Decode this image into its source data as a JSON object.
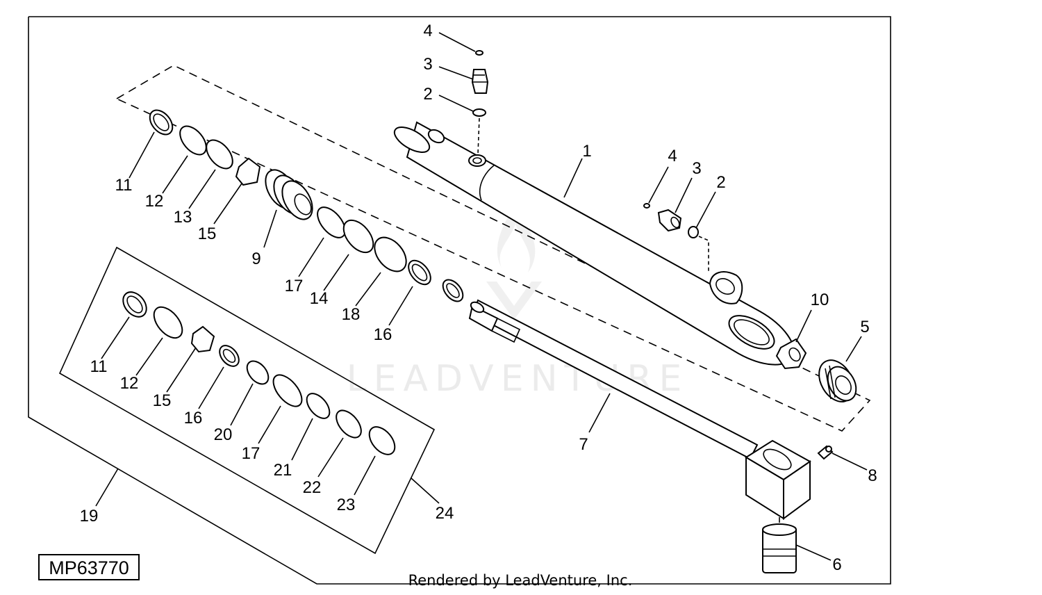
{
  "diagram_id": "MP63770",
  "footer": "Rendered by LeadVenture, Inc.",
  "watermark": "LEADVENTURE",
  "callouts": [
    {
      "key": "c4a",
      "label": "4"
    },
    {
      "key": "c3a",
      "label": "3"
    },
    {
      "key": "c2a",
      "label": "2"
    },
    {
      "key": "c1",
      "label": "1"
    },
    {
      "key": "c4b",
      "label": "4"
    },
    {
      "key": "c3b",
      "label": "3"
    },
    {
      "key": "c2b",
      "label": "2"
    },
    {
      "key": "c11a",
      "label": "11"
    },
    {
      "key": "c12a",
      "label": "12"
    },
    {
      "key": "c13",
      "label": "13"
    },
    {
      "key": "c15a",
      "label": "15"
    },
    {
      "key": "c9",
      "label": "9"
    },
    {
      "key": "c17a",
      "label": "17"
    },
    {
      "key": "c14",
      "label": "14"
    },
    {
      "key": "c18",
      "label": "18"
    },
    {
      "key": "c16a",
      "label": "16"
    },
    {
      "key": "c10",
      "label": "10"
    },
    {
      "key": "c5",
      "label": "5"
    },
    {
      "key": "c7",
      "label": "7"
    },
    {
      "key": "c8",
      "label": "8"
    },
    {
      "key": "c6",
      "label": "6"
    },
    {
      "key": "c11b",
      "label": "11"
    },
    {
      "key": "c12b",
      "label": "12"
    },
    {
      "key": "c15b",
      "label": "15"
    },
    {
      "key": "c16b",
      "label": "16"
    },
    {
      "key": "c20",
      "label": "20"
    },
    {
      "key": "c17b",
      "label": "17"
    },
    {
      "key": "c21",
      "label": "21"
    },
    {
      "key": "c22",
      "label": "22"
    },
    {
      "key": "c23",
      "label": "23"
    },
    {
      "key": "c19",
      "label": "19"
    },
    {
      "key": "c24",
      "label": "24"
    }
  ]
}
